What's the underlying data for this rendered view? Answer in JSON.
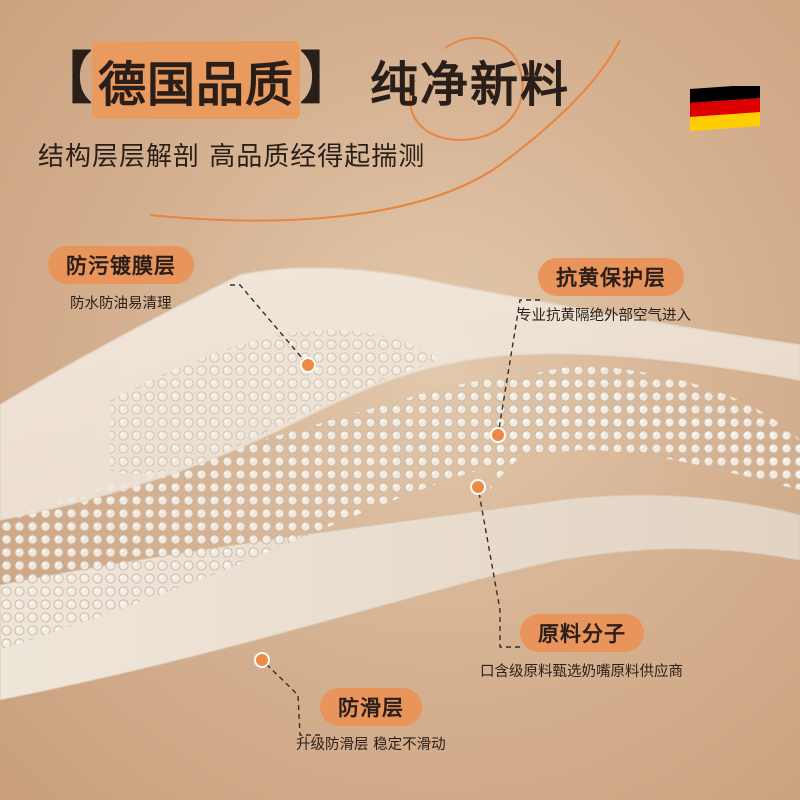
{
  "title": {
    "bracket_left": "【",
    "highlight": "德国品质",
    "bracket_right": "】",
    "rest": "纯净新料"
  },
  "subtitle": "结构层层解剖 高品质经得起揣测",
  "flag_icon": "germany-flag-icon",
  "colors": {
    "accent_orange": "#e9945a",
    "text_dark": "#2a1f18",
    "flag_black": "#000000",
    "flag_red": "#dd0000",
    "flag_gold": "#ffce00"
  },
  "callouts": [
    {
      "label": "防污镀膜层",
      "description": "防水防油易清理"
    },
    {
      "label": "抗黄保护层",
      "description": "专业抗黄隔绝外部空气进入"
    },
    {
      "label": "原料分子",
      "description": "口含级原料甄选奶嘴原料供应商"
    },
    {
      "label": "防滑层",
      "description": "升级防滑层 稳定不滑动"
    }
  ]
}
